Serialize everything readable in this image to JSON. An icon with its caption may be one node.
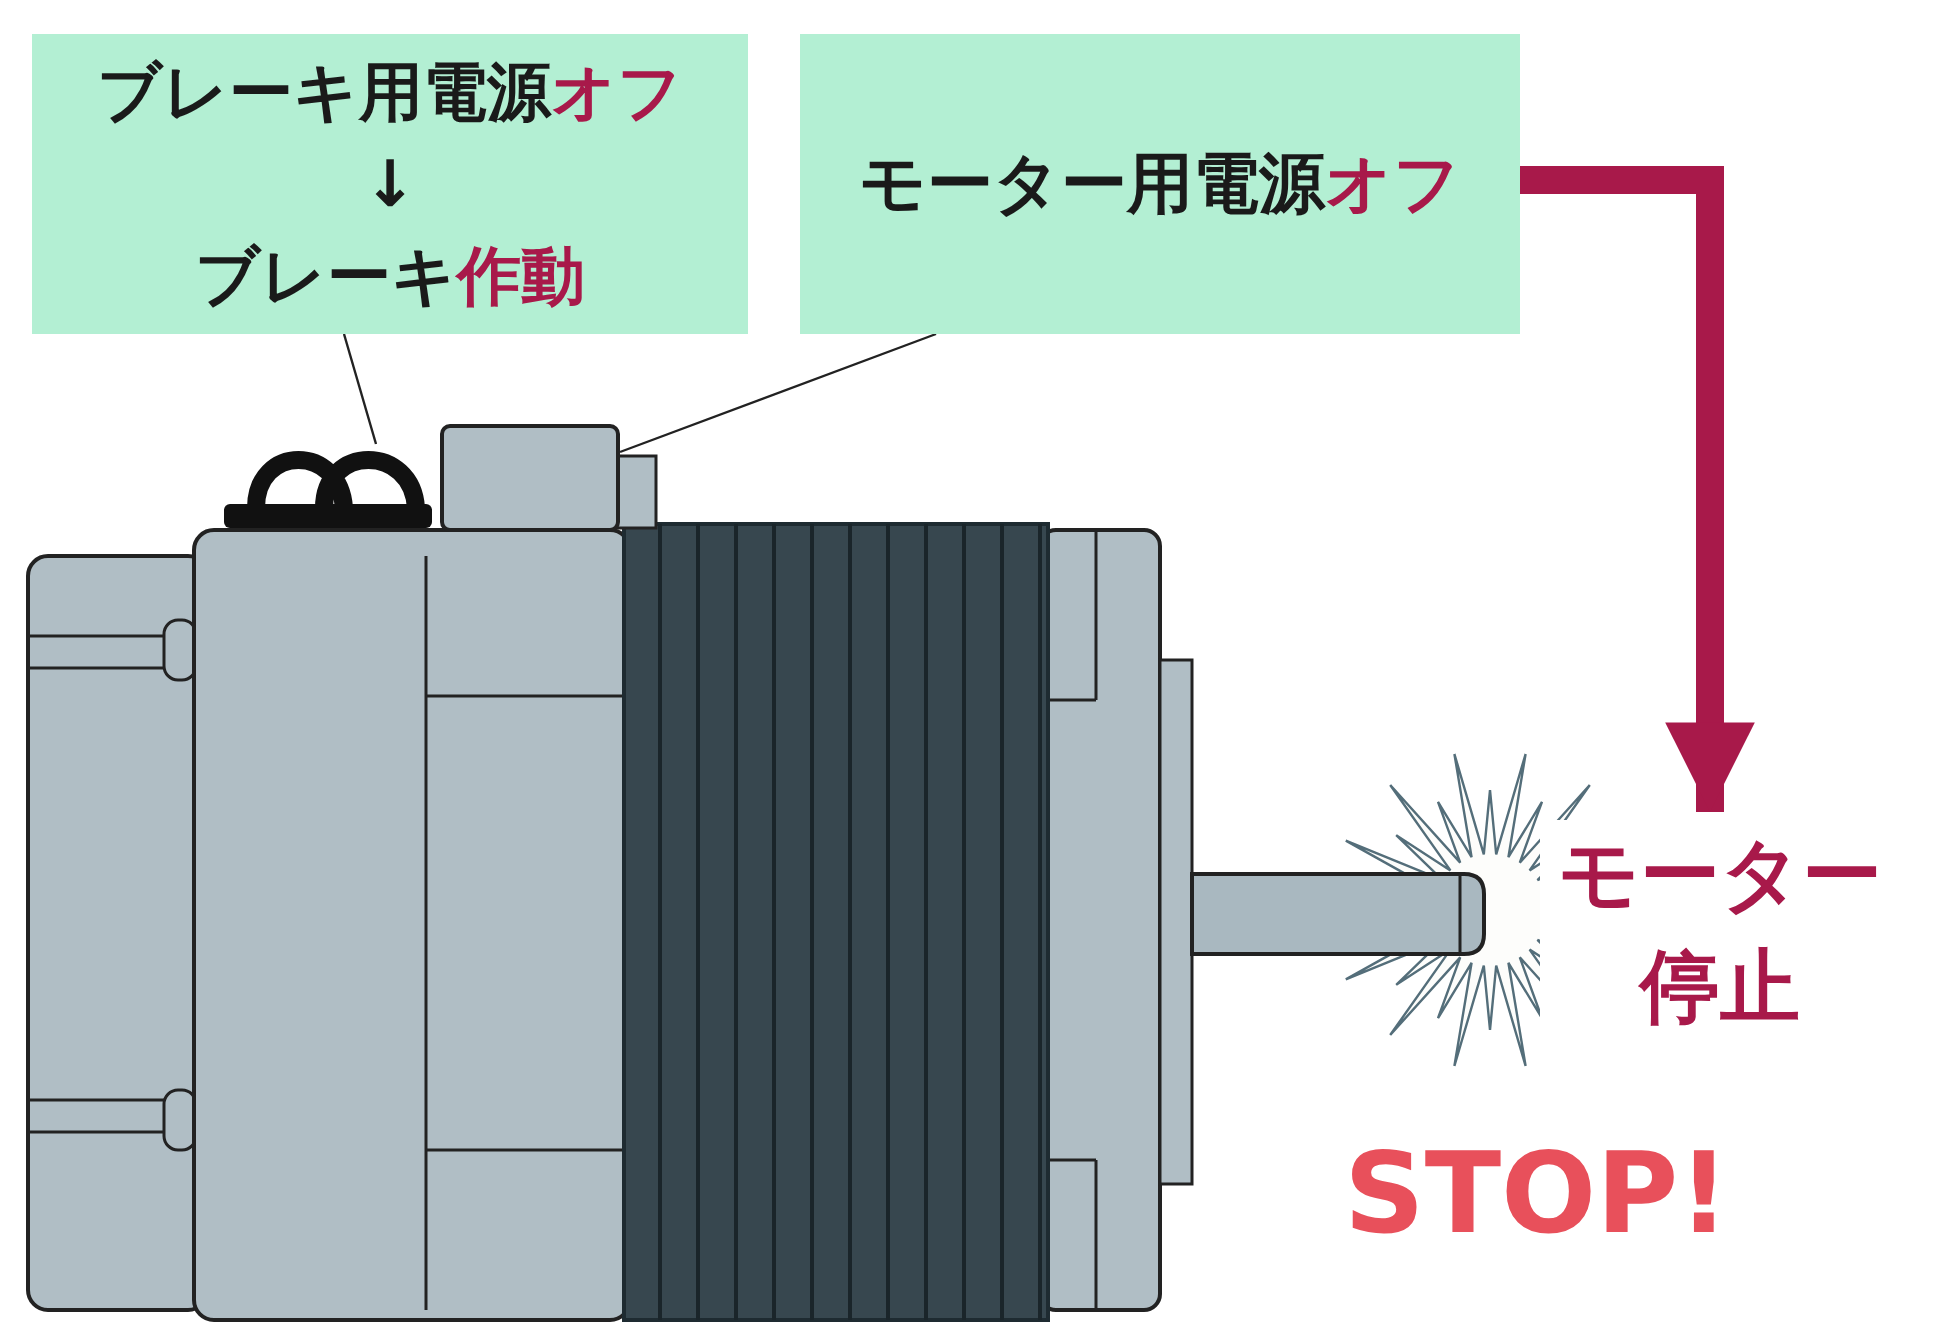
{
  "diagram": {
    "nodes": [
      {
        "text": [
          "ブレーキ用電源**オフ**",
          "↓",
          "ブレーキ**作動**"
        ]
      },
      {
        "text": [
          "モーター用電源**オフ**"
        ]
      },
      {
        "text": [],
        "shape": "picture"
      },
      {
        "text": [],
        "shape": "box"
      },
      {
        "text": [
          "モーター停止"
        ]
      }
    ],
    "edges": [
      {
        "from": 0,
        "to": 2,
        "arrow": "none"
      },
      {
        "from": 1,
        "to": 3,
        "arrow": "none"
      },
      {
        "from": 1,
        "to": 4,
        "arrow": "to",
        "style": "thick",
        "color": "#a8194a"
      }
    ],
    "labels": [
      "STOP!"
    ]
  }
}
